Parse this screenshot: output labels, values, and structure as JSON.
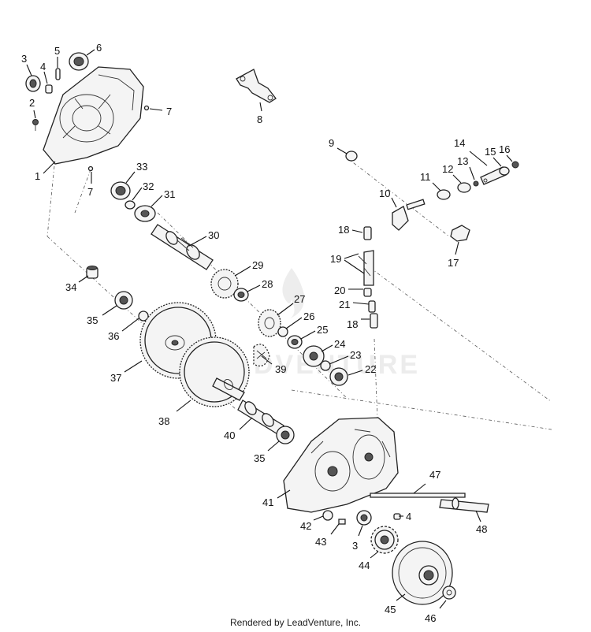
{
  "diagram": {
    "footer": "Rendered by LeadVenture, Inc.",
    "watermark": "LEADVENTURE",
    "callouts": [
      "1",
      "2",
      "3",
      "4",
      "5",
      "6",
      "7",
      "7",
      "8",
      "9",
      "10",
      "11",
      "12",
      "13",
      "14",
      "15",
      "16",
      "17",
      "18",
      "18",
      "19",
      "20",
      "21",
      "22",
      "23",
      "24",
      "25",
      "26",
      "27",
      "28",
      "29",
      "30",
      "31",
      "32",
      "33",
      "34",
      "35",
      "35",
      "36",
      "37",
      "38",
      "39",
      "40",
      "41",
      "42",
      "43",
      "3",
      "4",
      "44",
      "45",
      "46",
      "47",
      "48"
    ]
  }
}
